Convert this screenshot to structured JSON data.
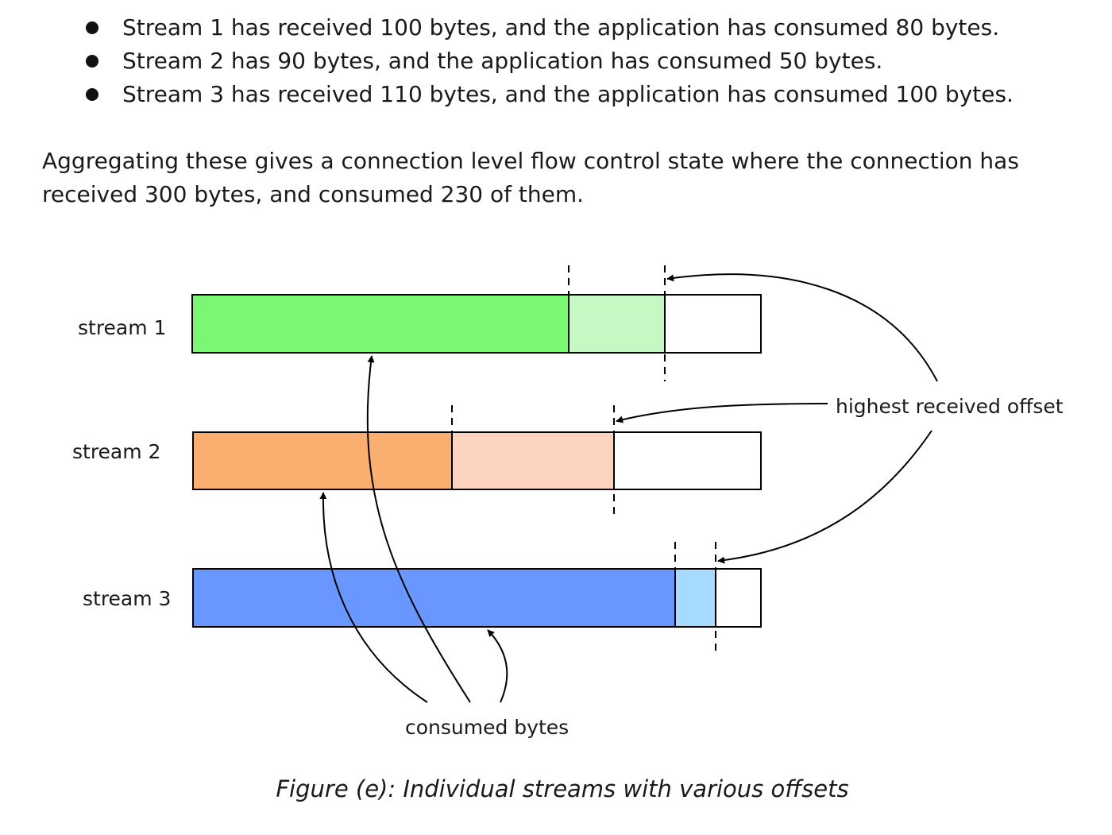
{
  "bullets": [
    "Stream 1 has received 100 bytes, and the application has consumed 80 bytes.",
    "Stream 2 has 90 bytes, and the application has consumed 50 bytes.",
    "Stream 3 has received 110 bytes, and the application has consumed 100 bytes."
  ],
  "paragraph": "Aggregating these gives a connection level flow control state where the connection has received 300 bytes, and consumed 230 of them.",
  "diagram": {
    "streams": [
      {
        "label": "stream 1",
        "consumed_color": "#7CF774",
        "received_color": "#C6F8C3"
      },
      {
        "label": "stream 2",
        "consumed_color": "#FAAF70",
        "received_color": "#FDD5BF"
      },
      {
        "label": "stream 3",
        "consumed_color": "#6A97FF",
        "received_color": "#A6DAFF"
      }
    ],
    "label_consumed": "consumed bytes",
    "label_highest": "highest received offset"
  },
  "caption": "Figure (e): Individual streams with various offsets"
}
